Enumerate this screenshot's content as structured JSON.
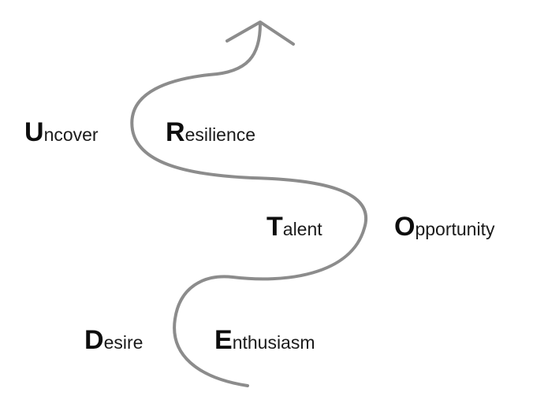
{
  "colors": {
    "path_stroke": "#8c8c8c",
    "text": "#1a1a1a"
  },
  "icons": {
    "arrow_head": "arrow-up-icon"
  },
  "words": [
    {
      "id": "uncover",
      "initial": "U",
      "rest": "ncover"
    },
    {
      "id": "resilience",
      "initial": "R",
      "rest": "esilience"
    },
    {
      "id": "talent",
      "initial": "T",
      "rest": "alent"
    },
    {
      "id": "opportunity",
      "initial": "O",
      "rest": "pportunity"
    },
    {
      "id": "desire",
      "initial": "D",
      "rest": "esire"
    },
    {
      "id": "enthusiasm",
      "initial": "E",
      "rest": "nthusiasm"
    }
  ]
}
